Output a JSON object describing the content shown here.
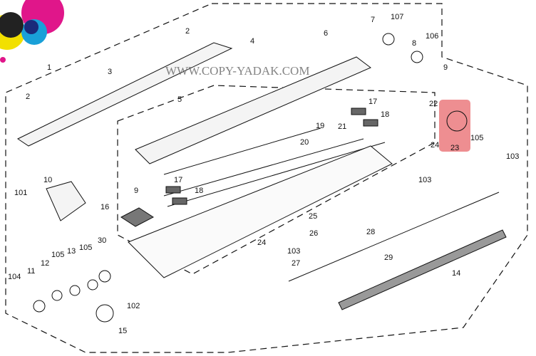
{
  "watermark": "WWW.COPY-YADAK.COM",
  "highlight_color": "#e8686c",
  "callouts": [
    "1",
    "2",
    "3",
    "4",
    "6",
    "7",
    "107",
    "106",
    "8",
    "9",
    "2",
    "5",
    "17",
    "18",
    "22",
    "105",
    "23",
    "19",
    "21",
    "20",
    "24",
    "103",
    "103",
    "10",
    "101",
    "9",
    "17",
    "18",
    "16",
    "25",
    "26",
    "28",
    "29",
    "30",
    "24",
    "103",
    "27",
    "13",
    "105",
    "105",
    "12",
    "11",
    "104",
    "102",
    "15",
    "14"
  ]
}
